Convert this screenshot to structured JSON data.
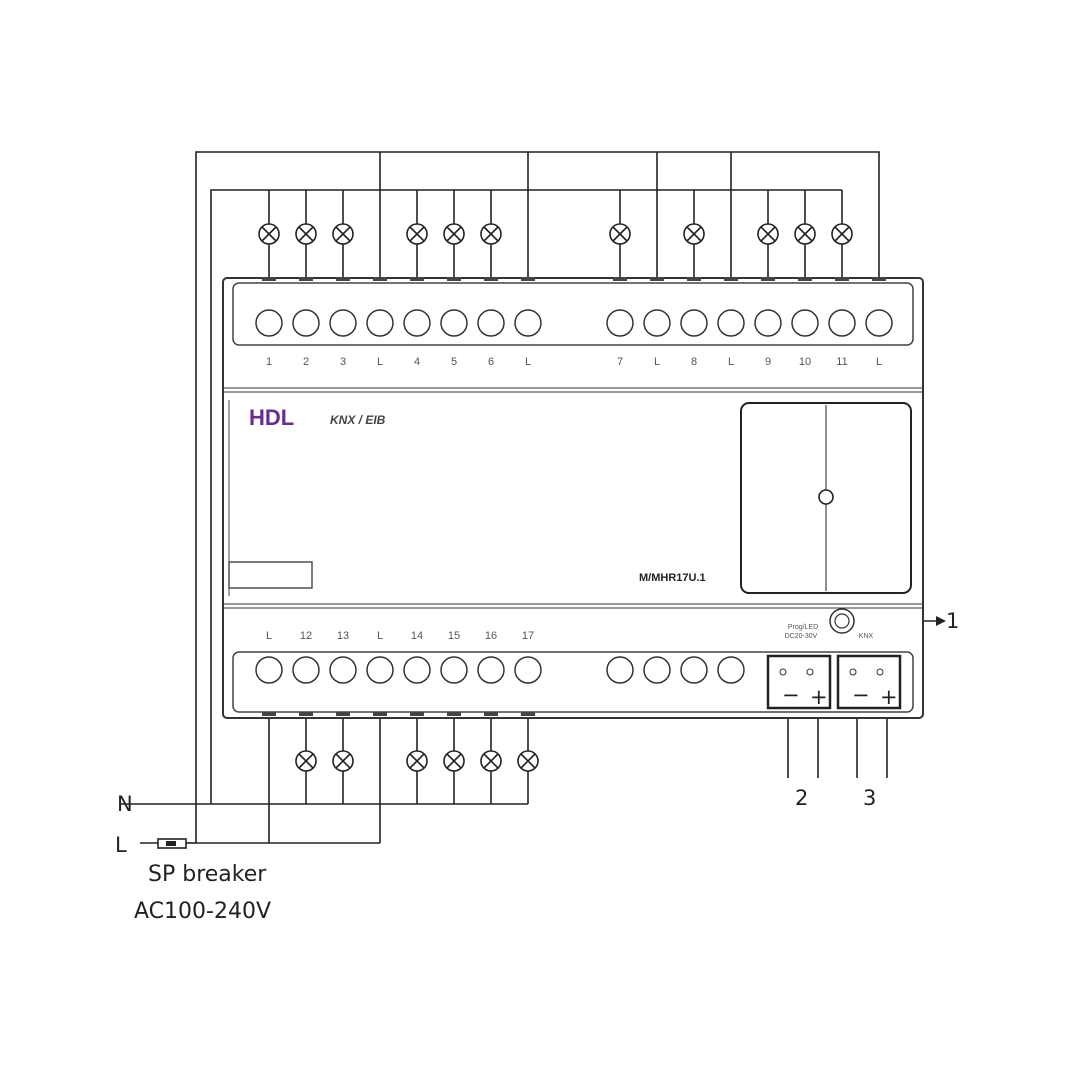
{
  "device": {
    "brand": "HDL",
    "protocol_logo": "KNX / EIB",
    "model": "M/MHR17U.1",
    "prog_led_label": "Prog/LED",
    "power_label": "DC20-30V",
    "knx_label": "KNX"
  },
  "top_terminals": [
    "1",
    "2",
    "3",
    "L",
    "4",
    "5",
    "6",
    "L",
    "7",
    "L",
    "8",
    "L",
    "9",
    "10",
    "11",
    "L"
  ],
  "bottom_terminals": [
    "L",
    "12",
    "13",
    "L",
    "14",
    "15",
    "16",
    "17"
  ],
  "polarity": {
    "minus": "−",
    "plus": "+"
  },
  "callouts": {
    "prog_button": "1",
    "power_input": "2",
    "knx_bus": "3"
  },
  "mains": {
    "neutral": "N",
    "line": "L",
    "breaker_label": "SP breaker",
    "voltage_label": "AC100-240V"
  },
  "colors": {
    "brand": "#6a2c8e",
    "line": "#222222"
  }
}
